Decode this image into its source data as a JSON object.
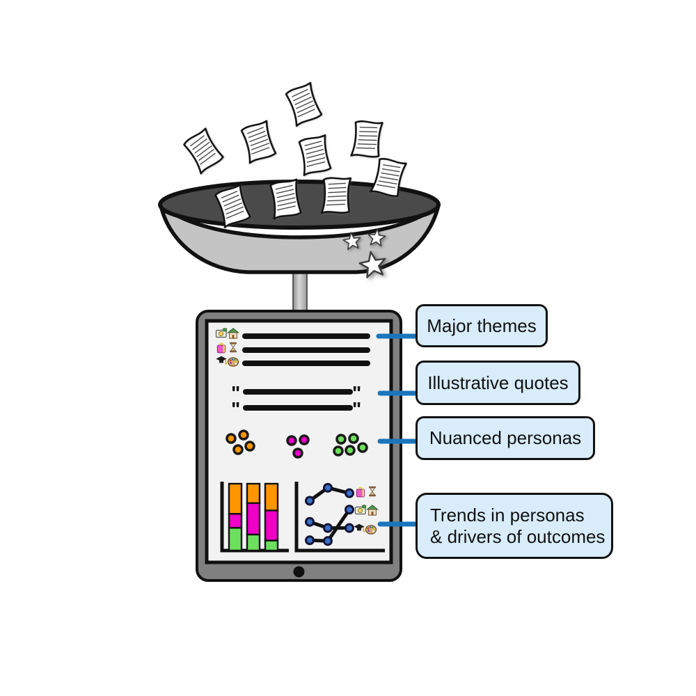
{
  "callouts": [
    {
      "label": "Major themes"
    },
    {
      "label": "Illustrative quotes"
    },
    {
      "label": "Nuanced personas"
    },
    {
      "label_line1": "Trends in personas",
      "label_line2": "& drivers of outcomes"
    }
  ],
  "quote_marks": {
    "open": "\"",
    "close": "\""
  },
  "colors": {
    "callout_fill": "#D8ECFA",
    "callout_border": "#111111",
    "connector_blue": "#1B75BC",
    "persona_orange": "#FF9500",
    "persona_magenta": "#EE00C8",
    "persona_green": "#6CE05C",
    "dot_blue_fill": "#3A6FC4",
    "dot_blue_stroke": "#131335",
    "bowl_interior": "#4A4A4A",
    "bowl_body": "#C4C4C4",
    "tablet_frame": "#808080",
    "tablet_screen": "#F2F2F2",
    "ink_black": "#111111"
  },
  "icons": {
    "theme_rows": [
      [
        "banknote-icon",
        "house-icon"
      ],
      [
        "shopping-bag-icon",
        "hourglass-icon"
      ],
      [
        "graduation-cap-icon",
        "palette-icon"
      ]
    ],
    "line_legend_rows": [
      [
        "shopping-bag-icon",
        "hourglass-icon"
      ],
      [
        "banknote-icon",
        "house-icon"
      ],
      [
        "graduation-cap-icon",
        "palette-icon"
      ]
    ],
    "bowl_stars": 3,
    "falling_documents": 9
  },
  "personas": {
    "clusters": [
      {
        "name": "persona-cluster-orange",
        "color_key": "persona_orange",
        "dots": [
          [
            332,
            630
          ],
          [
            350,
            625
          ],
          [
            342,
            646
          ],
          [
            359,
            641
          ]
        ]
      },
      {
        "name": "persona-cluster-magenta",
        "color_key": "persona_magenta",
        "dots": [
          [
            419,
            633
          ],
          [
            437,
            632
          ],
          [
            428,
            651
          ]
        ]
      },
      {
        "name": "persona-cluster-green",
        "color_key": "persona_green",
        "dots": [
          [
            490,
            631
          ],
          [
            508,
            630
          ],
          [
            486,
            648
          ],
          [
            503,
            647
          ],
          [
            521,
            643
          ]
        ]
      }
    ]
  },
  "chart_data": [
    {
      "type": "bar",
      "subtype": "stacked",
      "categories": [
        "bar1",
        "bar2",
        "bar3"
      ],
      "series": [
        {
          "name": "green-persona-share",
          "color_key": "persona_green",
          "values": [
            34,
            24,
            15
          ]
        },
        {
          "name": "magenta-persona-share",
          "color_key": "persona_magenta",
          "values": [
            21,
            47,
            45
          ]
        },
        {
          "name": "orange-persona-share",
          "color_key": "persona_orange",
          "values": [
            45,
            29,
            40
          ]
        }
      ],
      "ylim": [
        0,
        100
      ],
      "grid": false
    },
    {
      "type": "line",
      "x": [
        1,
        2,
        3
      ],
      "series": [
        {
          "name": "shopping-hourglass-driver",
          "icon_pair": [
            "shopping-bag-icon",
            "hourglass-icon"
          ],
          "values": [
            73,
            92,
            84
          ]
        },
        {
          "name": "cap-palette-driver",
          "icon_pair": [
            "graduation-cap-icon",
            "palette-icon"
          ],
          "values": [
            42,
            33,
            33
          ]
        },
        {
          "name": "banknote-house-driver",
          "icon_pair": [
            "banknote-icon",
            "house-icon"
          ],
          "values": [
            15,
            14,
            60
          ]
        }
      ],
      "ylim": [
        0,
        100
      ],
      "grid": false,
      "legend_position": "right-of-line-ends"
    }
  ]
}
